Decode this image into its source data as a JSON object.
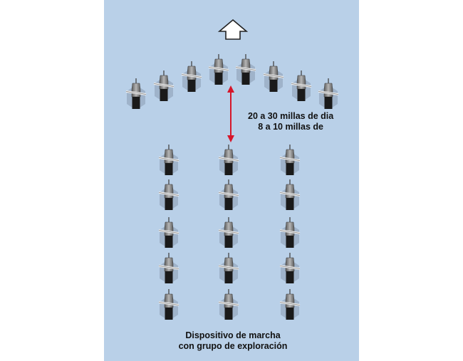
{
  "distance": {
    "line1": "20 a 30 millas de dia",
    "line2": "8 a 10 millas de"
  },
  "caption": {
    "line1": "Dispositivo de marcha",
    "line2": "con grupo de exploración"
  },
  "colors": {
    "background": "#b9d0e8",
    "arrow": "#d6162a",
    "ship_hull": "#1a1a1a",
    "ship_body": "#8a8a8a"
  },
  "icons": {
    "direction": "direction-arrow-icon",
    "ship": "ship-icon"
  },
  "formation": {
    "scout_ships": 8,
    "main_columns": 3,
    "ships_per_column": 5
  }
}
